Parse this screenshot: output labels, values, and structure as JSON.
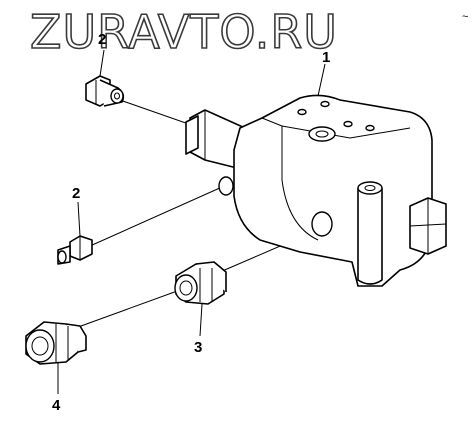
{
  "watermark": "ZURAVTO.RU",
  "corner_mark": "~",
  "callouts": [
    {
      "id": "part-1",
      "label": "1"
    },
    {
      "id": "part-2-top",
      "label": "2"
    },
    {
      "id": "part-2-mid",
      "label": "2"
    },
    {
      "id": "part-3",
      "label": "3"
    },
    {
      "id": "part-4",
      "label": "4"
    }
  ]
}
